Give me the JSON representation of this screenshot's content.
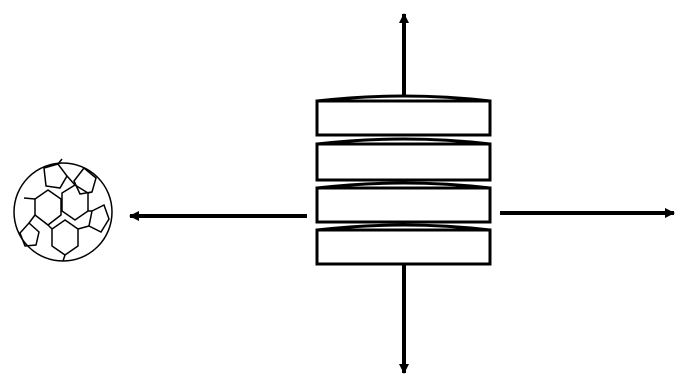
{
  "diagram": {
    "stack": {
      "disc_count": 4,
      "disc_names": [
        "disc-1",
        "disc-2",
        "disc-3",
        "disc-4"
      ]
    },
    "arrows": [
      {
        "name": "arrow-up",
        "direction": "up"
      },
      {
        "name": "arrow-down",
        "direction": "down"
      },
      {
        "name": "arrow-left",
        "direction": "left"
      },
      {
        "name": "arrow-right",
        "direction": "right"
      }
    ],
    "ball": {
      "icon": "soccer-ball-icon"
    },
    "colors": {
      "stroke": "#000000",
      "fill": "#ffffff"
    }
  }
}
